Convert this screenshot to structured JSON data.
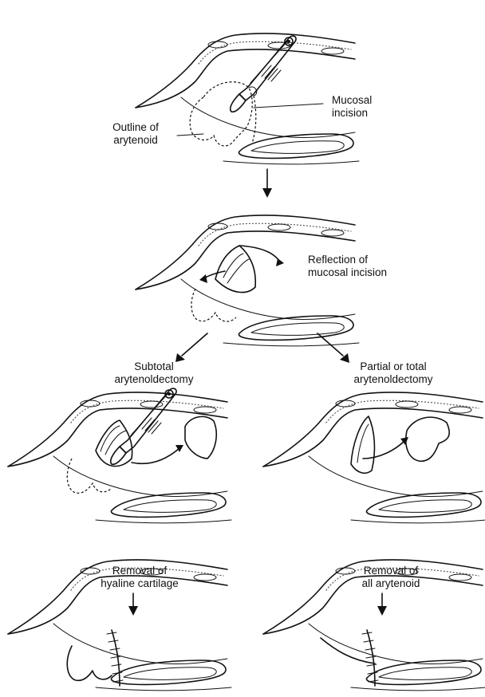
{
  "labels": {
    "mucosal_incision": [
      "Mucosal",
      "incision"
    ],
    "outline_of_arytenoid": [
      "Outline of",
      "arytenoid"
    ],
    "reflection": [
      "Reflection of",
      "mucosal incision"
    ],
    "subtotal": [
      "Subtotal",
      "arytenoldectomy"
    ],
    "partial_total": [
      "Partial or total",
      "arytenoldectomy"
    ],
    "removal_hyaline": [
      "Removal of",
      "hyaline cartilage"
    ],
    "removal_all": [
      "Removal of",
      "all arytenoid"
    ]
  },
  "colors": {
    "ink": "#111111",
    "background": "#ffffff"
  },
  "icons": [
    "scalpel-icon",
    "arrow-down-icon",
    "arrow-diagonal-icon",
    "suture-line-icon"
  ]
}
